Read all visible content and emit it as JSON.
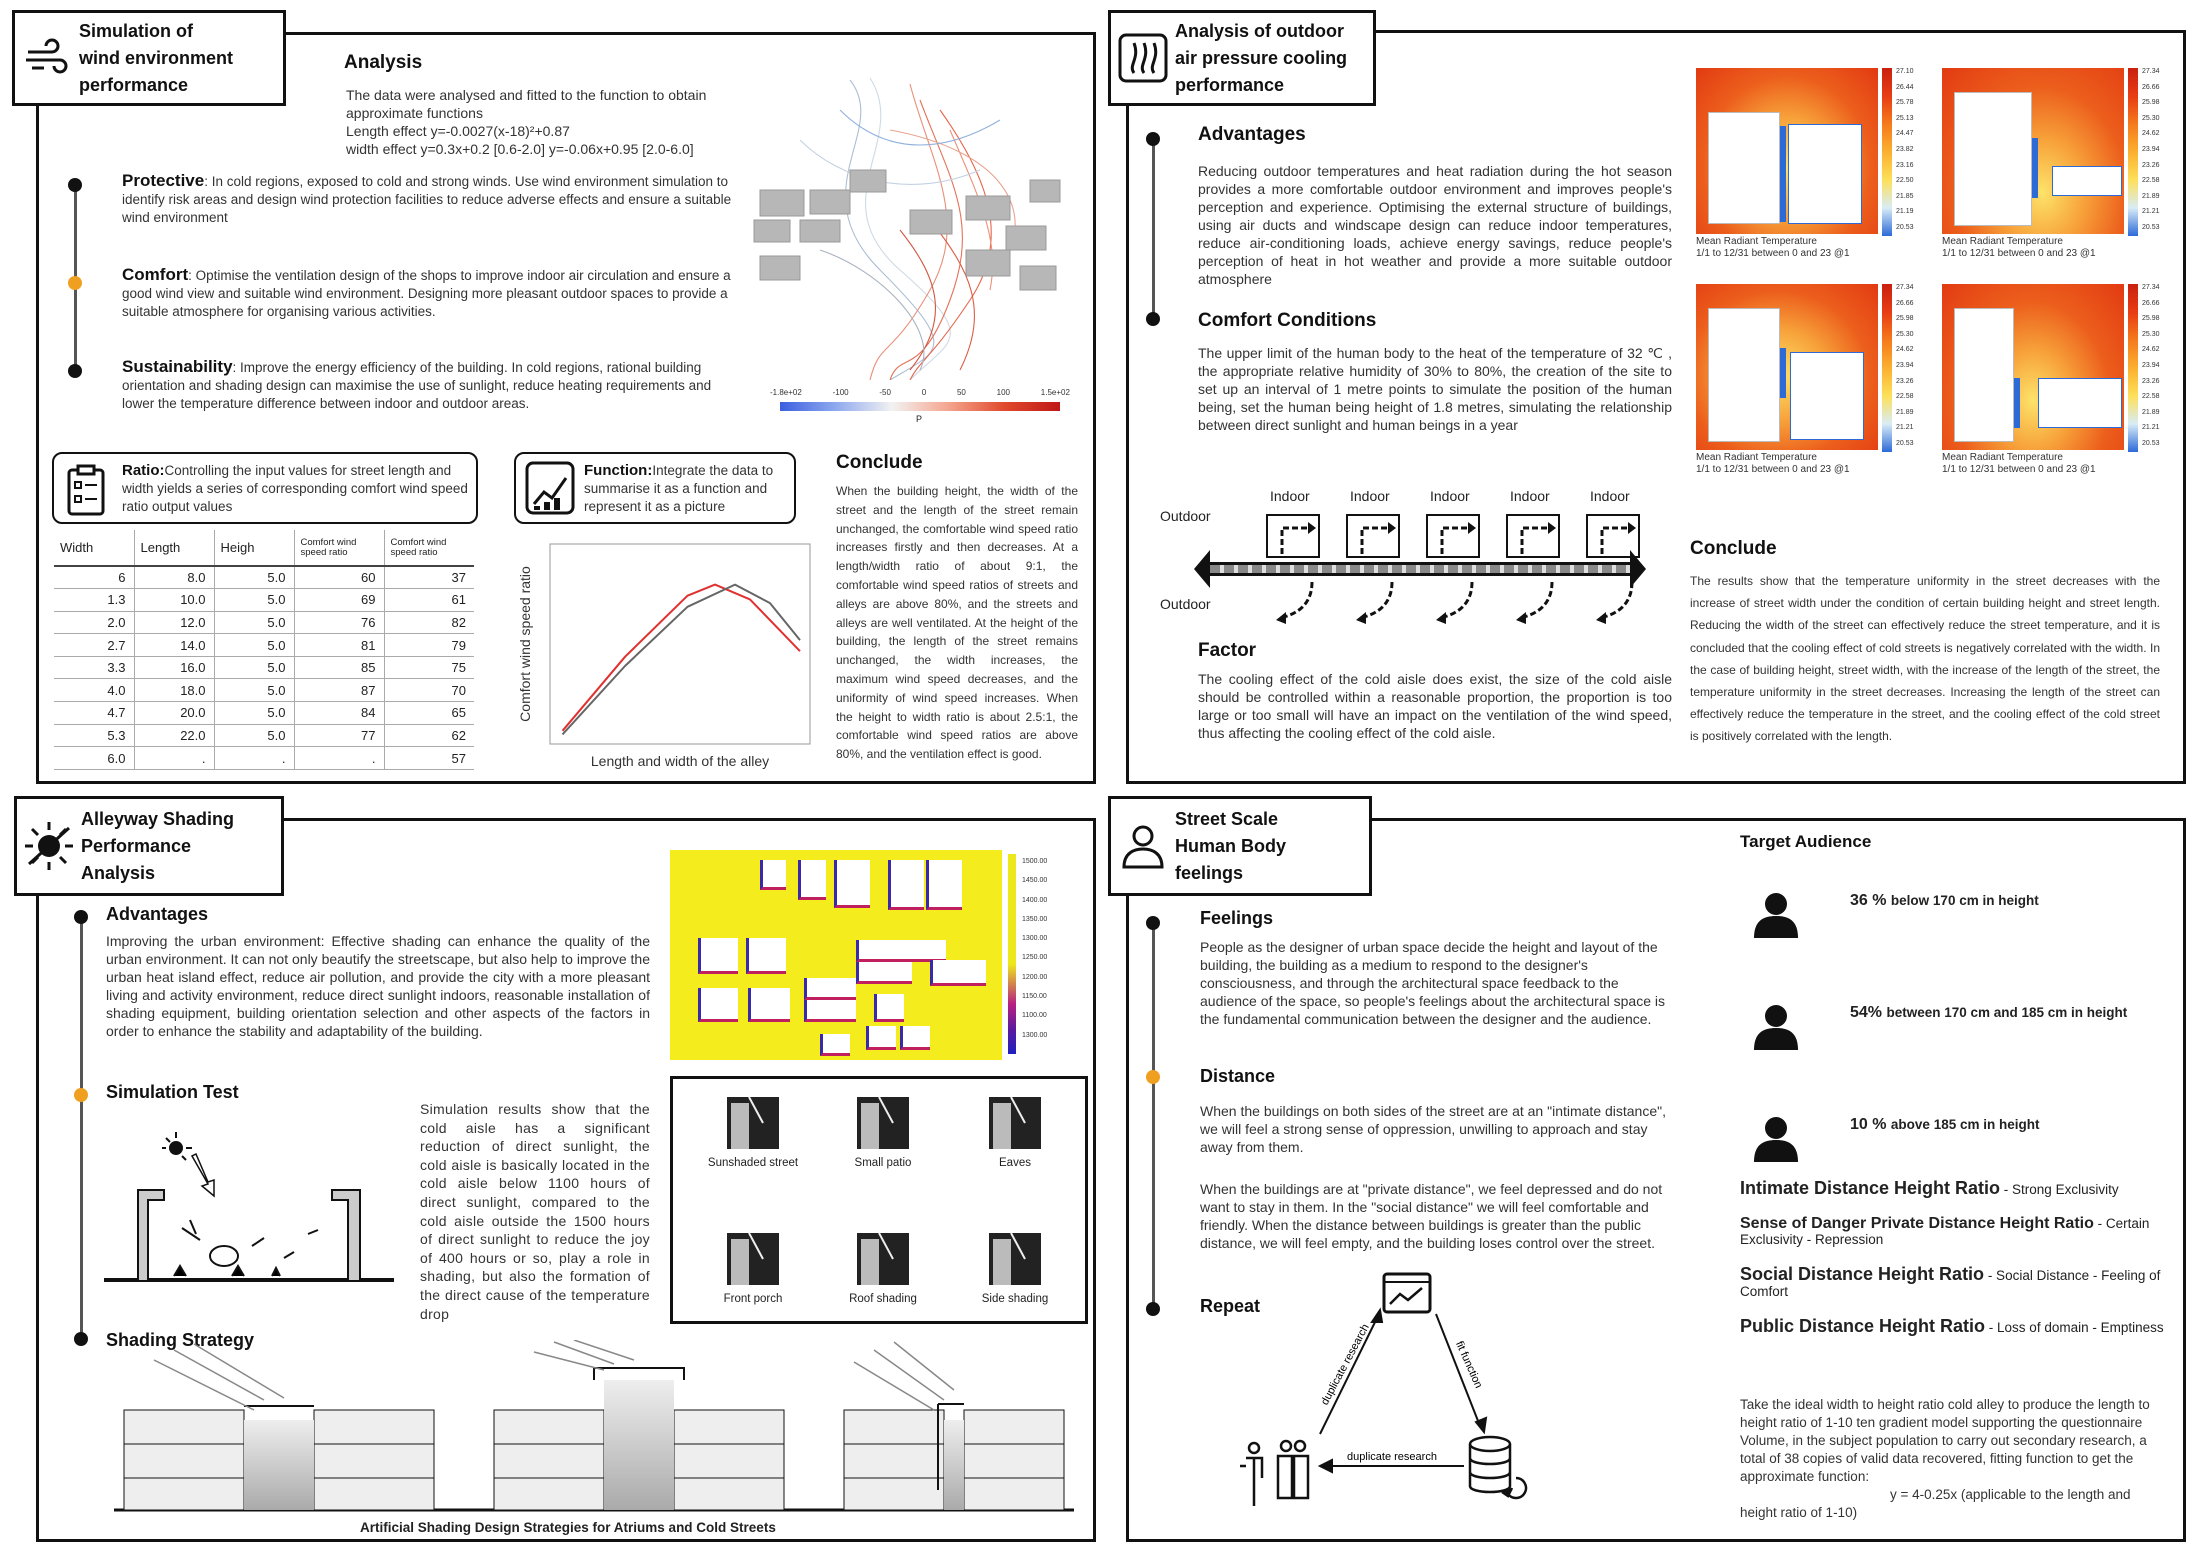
{
  "wind": {
    "title": [
      "Simulation of",
      "wind environment",
      "performance"
    ],
    "analysis_heading": "Analysis",
    "analysis_lines": [
      "The data were analysed and fitted to the function to obtain",
      "approximate functions",
      "Length effect y=-0.0027(x-18)²+0.87",
      "width effect y=0.3x+0.2 [0.6-2.0]   y=-0.06x+0.95 [2.0-6.0]"
    ],
    "items": [
      {
        "title": "Protective",
        "text": ": In cold regions, exposed to cold and strong winds. Use wind environment simulation to identify risk areas and design wind protection facilities to reduce adverse effects and ensure a suitable wind environment"
      },
      {
        "title": "Comfort",
        "text": ": Optimise the ventilation design of the shops to improve indoor air circulation and ensure a good wind view and suitable wind environment. Designing more pleasant outdoor spaces to provide a suitable atmosphere for organising various activities."
      },
      {
        "title": "Sustainability",
        "text": ": Improve the energy efficiency of the building. In cold regions, rational building orientation and shading design can maximise the use of sunlight, reduce heating requirements and lower the temperature difference between indoor and outdoor areas."
      }
    ],
    "legend_ticks": [
      "-1.8e+02",
      "-100",
      "-50",
      "0",
      "50",
      "100",
      "1.5e+02"
    ],
    "legend_label": "P",
    "ratio_title": "Ratio:",
    "ratio_text": "Controlling the input values for street length and width yields a series of corresponding comfort wind speed ratio output values",
    "function_title": "Function:",
    "function_text": "Integrate  the data to summarise it as a function and represent it as a picture",
    "conclude_heading": "Conclude",
    "conclude_text": "When the building height, the width of the street and the length of the street remain unchanged, the comfortable wind speed ratio increases firstly and then decreases. At a length/width ratio of about 9:1, the comfortable wind speed ratios of streets and alleys are above 80%, and the streets and alleys are well ventilated. At the height of the building, the length of the street remains unchanged, the width increases, the maximum wind speed decreases, and the uniformity of wind speed increases. When the height to width ratio is about 2.5:1, the comfortable wind speed ratios are above 80%, and the ventilation effect is good.",
    "table": {
      "headers": [
        "Width",
        "Length",
        "Heigh",
        "Comfort wind speed ratio",
        "Comfort wind speed ratio"
      ],
      "rows": [
        [
          "6",
          "8.0",
          "5.0",
          "60",
          "37"
        ],
        [
          "1.3",
          "10.0",
          "5.0",
          "69",
          "61"
        ],
        [
          "2.0",
          "12.0",
          "5.0",
          "76",
          "82"
        ],
        [
          "2.7",
          "14.0",
          "5.0",
          "81",
          "79"
        ],
        [
          "3.3",
          "16.0",
          "5.0",
          "85",
          "75"
        ],
        [
          "4.0",
          "18.0",
          "5.0",
          "87",
          "70"
        ],
        [
          "4.7",
          "20.0",
          "5.0",
          "84",
          "65"
        ],
        [
          "5.3",
          "22.0",
          "5.0",
          "77",
          "62"
        ],
        [
          "6.0",
          ".",
          ".",
          ".",
          "57"
        ]
      ]
    },
    "chart_data": {
      "type": "line",
      "xlabel": "Length and width of the alley",
      "ylabel": "Comfort wind speed ratio",
      "series": [
        {
          "color": "#e03030",
          "x": [
            0.05,
            0.3,
            0.55,
            0.66,
            0.8,
            1.0
          ],
          "y": [
            0.05,
            0.45,
            0.78,
            0.84,
            0.76,
            0.48
          ]
        },
        {
          "color": "#666666",
          "x": [
            0.05,
            0.3,
            0.55,
            0.74,
            0.88,
            1.0
          ],
          "y": [
            0.03,
            0.4,
            0.72,
            0.84,
            0.74,
            0.54
          ]
        }
      ]
    }
  },
  "air": {
    "title": [
      "Analysis of outdoor",
      "air pressure cooling",
      "performance"
    ],
    "advantages_heading": "Advantages",
    "advantages_text": "Reducing outdoor temperatures and heat radiation during the hot season provides a more comfortable outdoor environment and improves people's perception and experience. Optimising the external structure of buildings, using air ducts and windscape design can reduce indoor temperatures, reduce air-conditioning loads, achieve energy savings, reduce people's perception of heat in hot weather and provide a more suitable outdoor atmosphere",
    "comfort_heading": "Comfort Conditions",
    "comfort_text": "The upper limit of the human body to the heat of the temperature of 32 ℃ , the appropriate relative humidity of 30% to 80%, the creation of the site to set up an interval of 1 metre points to simulate the position of the human being, set the human being height of 1.8 metres, simulating the relationship between direct sunlight and human beings in a year",
    "heatmaps": [
      {
        "caption1": "Mean Radiant Temperature",
        "caption2": "1/1 to 12/31 between 0 and 23 @1",
        "ticks": [
          "27.10",
          "26.44",
          "25.78",
          "25.13",
          "24.47",
          "23.82",
          "23.16",
          "22.50",
          "21.85",
          "21.19",
          "20.53"
        ]
      },
      {
        "caption1": "Mean Radiant Temperature",
        "caption2": "1/1 to 12/31 between 0 and 23 @1",
        "ticks": [
          "27.34",
          "26.66",
          "25.98",
          "25.30",
          "24.62",
          "23.94",
          "23.26",
          "22.58",
          "21.89",
          "21.21",
          "20.53"
        ]
      },
      {
        "caption1": "Mean Radiant Temperature",
        "caption2": "1/1 to 12/31 between 0 and 23 @1",
        "ticks": [
          "27.34",
          "26.66",
          "25.98",
          "25.30",
          "24.62",
          "23.94",
          "23.26",
          "22.58",
          "21.89",
          "21.21",
          "20.53"
        ]
      },
      {
        "caption1": "Mean Radiant Temperature",
        "caption2": "1/1 to 12/31 between 0 and 23 @1",
        "ticks": [
          "27.34",
          "26.66",
          "25.98",
          "25.30",
          "24.62",
          "23.94",
          "23.26",
          "22.58",
          "21.89",
          "21.21",
          "20.53"
        ]
      }
    ],
    "indoor_labels": [
      "Indoor",
      "Indoor",
      "Indoor",
      "Indoor",
      "Indoor"
    ],
    "outdoor_top": "Outdoor",
    "outdoor_bottom": "Outdoor",
    "factor_heading": "Factor",
    "factor_text": "The cooling effect of the cold aisle does exist, the size of the cold aisle should be controlled within a reasonable proportion, the proportion is too large or too small will have an impact on the ventilation of the wind speed, thus affecting the cooling effect of the cold aisle.",
    "conclude_heading": "Conclude",
    "conclude_text": "The results show that the temperature uniformity in the street decreases with the increase of street width under the condition of certain building height and street length. Reducing the width of the street can effectively reduce the street temperature, and it is concluded that the cooling effect of cold streets is negatively correlated with the width. In the case of building height, street width, with the increase of the length of the street, the temperature uniformity in the street decreases. Increasing the length of the street can effectively reduce the temperature in the street, and the cooling effect of the cold street is positively correlated with the length."
  },
  "shade": {
    "title": [
      "Alleyway Shading",
      "Performance",
      "Analysis"
    ],
    "advantages_heading": "Advantages",
    "advantages_text": "Improving the urban environment: Effective shading can enhance the quality of the urban environment. It can not only beautify the streetscape, but also help to improve the urban heat island effect, reduce air pollution, and provide the city with a more pleasant living and activity environment, reduce direct sunlight indoors, reasonable installation of shading equipment, building orientation selection and other aspects of the factors in order to enhance the stability and adaptability of the building.",
    "sim_heading": "Simulation Test",
    "sim_text": "Simulation results show that the cold aisle has a significant reduction of direct sunlight, the cold aisle is basically located in the cold aisle below 1100 hours of direct sunlight, compared to the cold aisle outside the 1500 hours of direct sunlight to reduce the joy of 400 hours or so, play a role in shading, but also the formation of the direct cause of the temperature drop",
    "strategy_heading": "Shading Strategy",
    "strategy_caption": "Artificial Shading Design Strategies for Atriums and Cold Streets",
    "scale_ticks": [
      "1500.00",
      "1450.00",
      "1400.00",
      "1350.00",
      "1300.00",
      "1250.00",
      "1200.00",
      "1150.00",
      "1100.00",
      "1300.00"
    ],
    "cards": [
      "Sunshaded street",
      "Small patio",
      "Eaves",
      "Front porch",
      "Roof shading",
      "Side shading"
    ]
  },
  "human": {
    "title": [
      "Street Scale",
      "Human Body",
      "feelings"
    ],
    "feelings_heading": "Feelings",
    "feelings_text": "People as the designer of urban space decide the height and layout of the building, the building as a medium to respond to the designer's consciousness, and through the architectural space feedback to the audience of the space, so people's feelings about the architectural space is the fundamental communication between the designer and the audience.",
    "distance_heading": "Distance",
    "distance_text1": "When the buildings on both sides of the street are at an \"intimate distance\", we will feel a strong sense of oppression, unwilling to approach and stay away from them.",
    "distance_text2": "When the buildings are at \"private distance\", we feel depressed and do not want to stay in them. In the \"social distance\" we will feel comfortable and friendly. When the distance between buildings is greater than the public distance, we will feel empty, and the building loses control over the street.",
    "repeat_heading": "Repeat",
    "repeat_labels": [
      "duplicate research",
      "fit function",
      "duplicate research"
    ],
    "target_heading": "Target Audience",
    "audience": [
      {
        "pct": "36 %",
        "text": "below 170 cm in height"
      },
      {
        "pct": "54%",
        "text": "between 170 cm and 185 cm in height"
      },
      {
        "pct": "10 %",
        "text": "above 185 cm in height"
      }
    ],
    "ratios": [
      {
        "bold": "Intimate Distance Height Ratio",
        "rest": " - Strong Exclusivity"
      },
      {
        "bold": "Sense of Danger Private Distance Height Ratio",
        "rest": " - Certain Exclusivity - Repression"
      },
      {
        "bold": "Social Distance Height Ratio",
        "rest": " - Social Distance - Feeling of Comfort"
      },
      {
        "bold": "Public Distance Height Ratio",
        "rest": " - Loss of domain - Emptiness"
      }
    ],
    "closing_text": "Take the ideal width to height ratio cold alley to produce the length to height ratio of 1-10 ten gradient model supporting the questionnaire Volume, in the subject population to carry out secondary research, a total of 38 copies of valid data recovered, fitting function to get the approximate function:",
    "closing_formula": "y = 4-0.25x (applicable to the length and",
    "closing_tail": "height ratio of 1-10)"
  }
}
